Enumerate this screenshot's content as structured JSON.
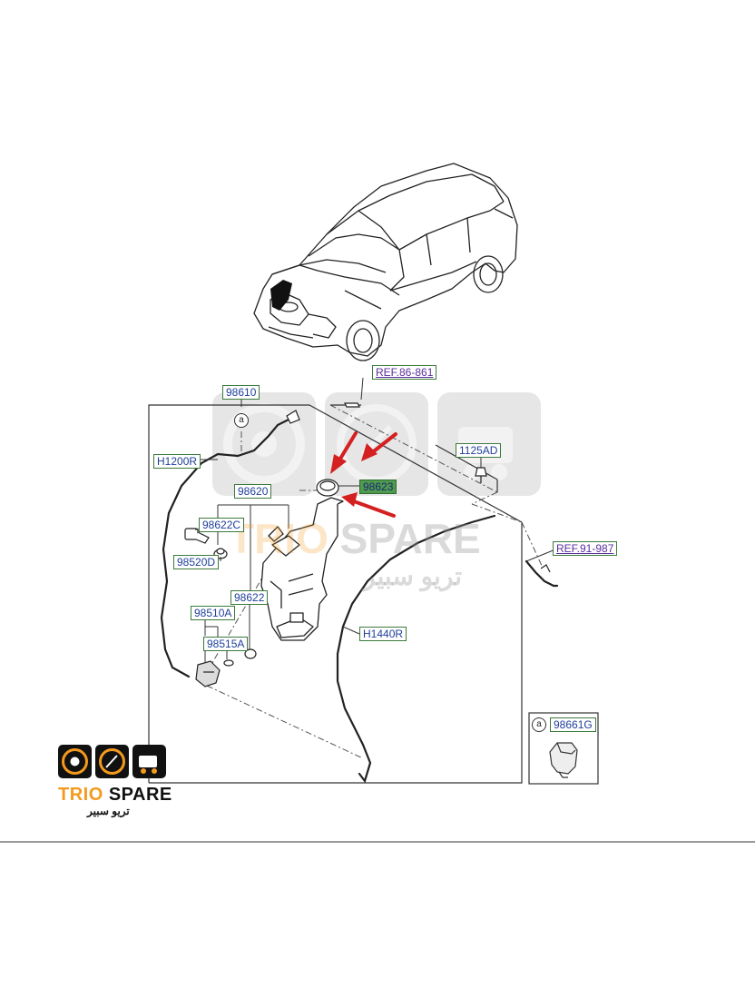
{
  "parts": {
    "p98610": "98610",
    "pH1200R": "H1200R",
    "p98620": "98620",
    "p98622C": "98622C",
    "p98520D": "98520D",
    "p98622": "98622",
    "p98510A": "98510A",
    "p98515A": "98515A",
    "pH1440R": "H1440R",
    "p1125AD": "1125AD",
    "p98623": "98623",
    "p98661G": "98661G"
  },
  "refs": {
    "ref_top": "REF.86-861",
    "ref_right": "REF.91-987"
  },
  "callout_letter": "a",
  "watermark": {
    "latin_part1": "TRIO",
    "latin_part2": "SPARE",
    "arabic": "تريو سبير"
  },
  "logo": {
    "word1": "TRIO",
    "word2": "SPARE",
    "arabic": "تريو سبير"
  },
  "colors": {
    "label_text": "#1f3f9a",
    "label_border": "#3b7a3b",
    "highlight_fill": "#4f9a4f",
    "ref_text": "#5a2d9c",
    "arrow_red": "#d42020",
    "logo_orange": "#f39a1e"
  }
}
